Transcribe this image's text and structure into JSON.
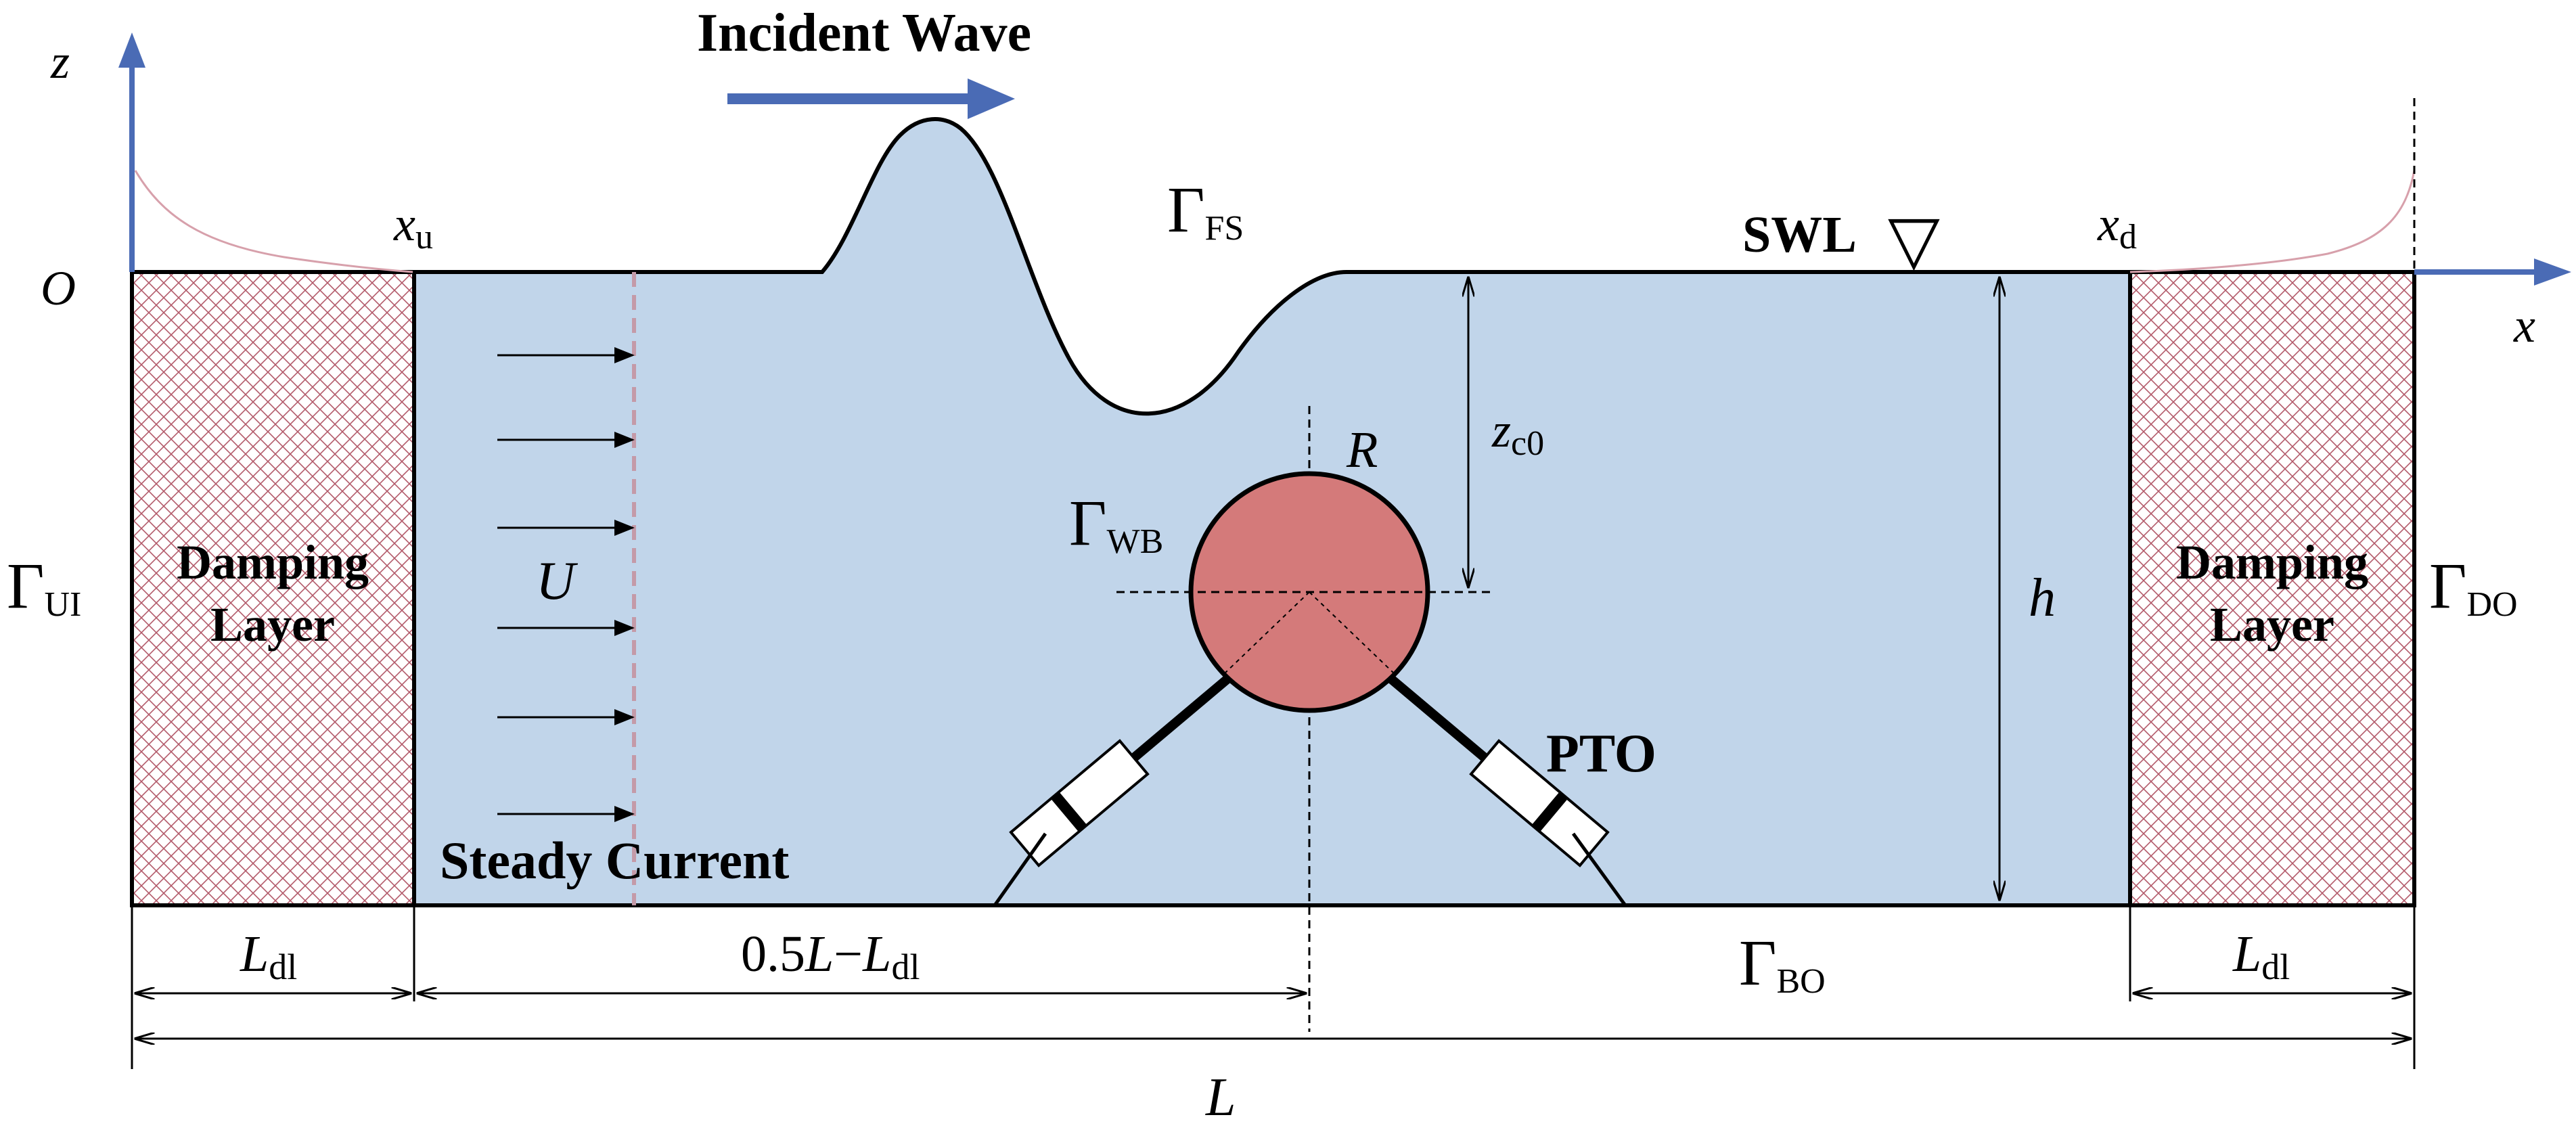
{
  "colors": {
    "water": "#c1d5ea",
    "buoy": "#d47a7a",
    "axis": "#4a6bb5",
    "current_line": "#c49aa8",
    "damping_hatch": "#b35a6a",
    "decay_curve": "#d7a0ab",
    "outline": "#000000"
  },
  "labels": {
    "incident_wave": "Incident Wave",
    "z_axis": "z",
    "x_axis": "x",
    "origin": "O",
    "xu_main": "x",
    "xu_sub": "u",
    "xd_main": "x",
    "xd_sub": "d",
    "gamma": "Γ",
    "fs_sub": "FS",
    "swl": "SWL",
    "swl_symbol": "▽",
    "wb_sub": "WB",
    "ui_sub": "UI",
    "do_sub": "DO",
    "bo_sub": "BO",
    "radius": "R",
    "zc0_main": "z",
    "zc0_sub": "c0",
    "depth": "h",
    "current_speed": "U",
    "steady_current": "Steady Current",
    "pto": "PTO",
    "damping_left_line1": "Damping",
    "damping_left_line2": "Layer",
    "damping_right_line1": "Damping",
    "damping_right_line2": "Layer",
    "ldl_left_main": "L",
    "ldl_left_sub": "dl",
    "ldl_right_main": "L",
    "ldl_right_sub": "dl",
    "half_len_prefix": "0.5",
    "half_len_L": "L",
    "half_len_minus": "−",
    "half_len_L2": "L",
    "half_len_sub": "dl",
    "total_length": "L"
  }
}
